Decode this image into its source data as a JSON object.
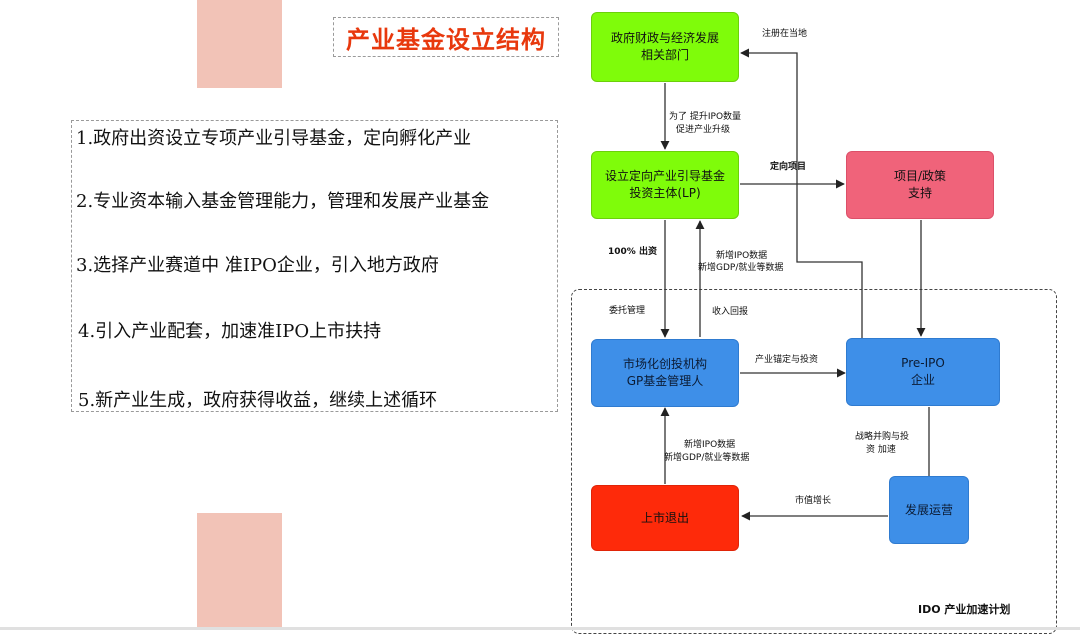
{
  "title": "产业基金设立结构",
  "steps": [
    "1.政府出资设立专项产业引导基金，定向孵化产业",
    "2.专业资本输入基金管理能力，管理和发展产业基金",
    "3.选择产业赛道中 准IPO企业，引入地方政府",
    "4.引入产业配套，加速准IPO上市扶持",
    "5.新产业生成，政府获得收益，继续上述循环"
  ],
  "nodes": {
    "gov": {
      "line1": "政府财政与经济发展",
      "line2": "相关部门"
    },
    "lp": {
      "line1": "设立定向产业引导基金",
      "line2": "投资主体(LP)"
    },
    "project": {
      "line1": "项目/政策",
      "line2": "支持"
    },
    "gp": {
      "line1": "市场化创投机构",
      "line2": "GP基金管理人"
    },
    "preipo": {
      "line1": "Pre-IPO",
      "line2": "企业"
    },
    "exit": {
      "line1": "上市退出",
      "line2": ""
    },
    "ops": {
      "line1": "发展运营",
      "line2": ""
    }
  },
  "edges": {
    "register": "注册在当地",
    "promote_1": "为了 提升IPO数量",
    "promote_2": "促进产业升级",
    "directed_project": "定向项目",
    "fund_100": "100% 出资",
    "new_data_1a": "新增IPO数据",
    "new_data_1b": "新增GDP/就业等数据",
    "entrust": "委托管理",
    "return": "收入回报",
    "anchor_invest": "产业锚定与投资",
    "ma_1": "战略并购与投",
    "ma_2": "资 加速",
    "new_data_2a": "新增IPO数据",
    "new_data_2b": "新增GDP/就业等数据",
    "market_cap": "市值增长"
  },
  "footer": "IDO 产业加速计划"
}
